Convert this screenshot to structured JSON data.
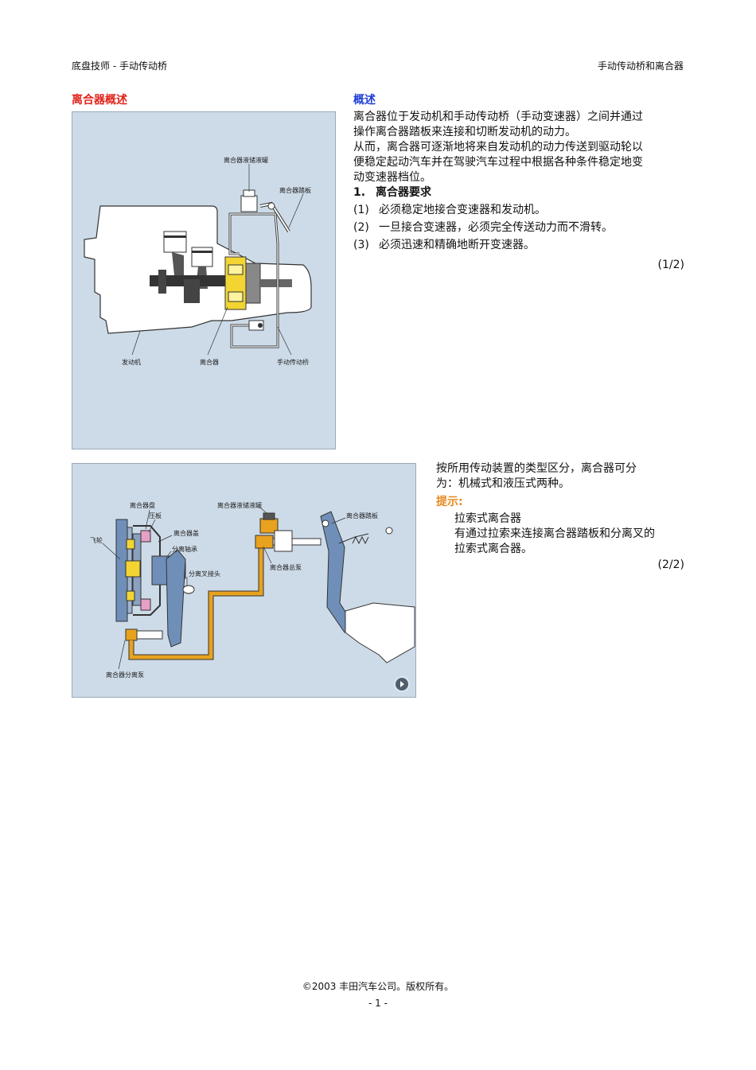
{
  "header": {
    "left": "底盘技师 - 手动传动桥",
    "right": "手动传动桥和离合器"
  },
  "section1": {
    "figure_title": "离合器概述",
    "text_title": "概述",
    "para1": [
      "离合器位于发动机和手动传动桥（手动变速器）之间并通过",
      "操作离合器踏板来连接和切断发动机的动力。"
    ],
    "para2": [
      "从而，离合器可逐渐地将来自发动机的动力传送到驱动轮以",
      "便稳定起动汽车并在驾驶汽车过程中根据各种条件稳定地变",
      "动变速器档位。"
    ],
    "req_num": "1.",
    "req_title": "离合器要求",
    "items": [
      {
        "num": "(1)",
        "text": "必须稳定地接合变速器和发动机。"
      },
      {
        "num": "(2)",
        "text": "一旦接合变速器，必须完全传送动力而不滑转。"
      },
      {
        "num": "(3)",
        "text": "必须迅速和精确地断开变速器。"
      }
    ],
    "page_indicator": "(1/2)",
    "fig_labels": {
      "reservoir": "离合器液储液罐",
      "pedal": "离合器踏板",
      "engine": "发动机",
      "clutch": "离合器",
      "transaxle": "手动传动桥"
    }
  },
  "section2": {
    "para": [
      "按所用传动装置的类型区分，离合器可分",
      "为：机械式和液压式两种。"
    ],
    "hint_title": "提示:",
    "hint_subtitle": "拉索式离合器",
    "hint_text": [
      "有通过拉索来连接离合器踏板和分离叉的",
      "拉索式离合器。"
    ],
    "page_indicator": "(2/2)",
    "fig_labels": {
      "disc": "离合器盘",
      "pressure_plate": "压板",
      "cover": "离合器盖",
      "flywheel": "飞轮",
      "release_bearing": "分离轴承",
      "fork": "分离叉接头",
      "reservoir": "离合器液储液罐",
      "master": "离合器总泵",
      "pedal": "离合器踏板",
      "release_cylinder": "离合器分离泵"
    }
  },
  "footer": {
    "copyright": "©2003 丰田汽车公司。版权所有。",
    "page": "- 1 -"
  },
  "colors": {
    "red_title": "#e2231a",
    "blue_title": "#1f3fd6",
    "hint": "#e58a1f",
    "figure_bg": "#cddbe8",
    "hydraulic_line": "#e8a21e"
  }
}
